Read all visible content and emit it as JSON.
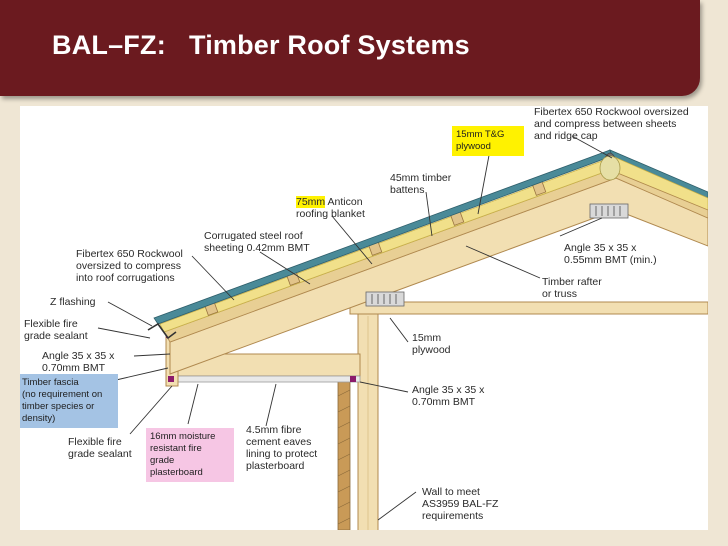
{
  "slide": {
    "title": "BAL–FZ:   Timber Roof Systems"
  },
  "labels": {
    "rockwool_ridge": "Fibertex 650 Rockwool oversized\nand compress between sheets\nand ridge cap",
    "plywood_tg": "15mm T&G\nplywood",
    "timber_battens": "45mm timber\nbattens",
    "anticon_num": "75mm",
    "anticon_text": " Anticon\nroofing blanket",
    "corrugated": "Corrugated steel roof\nsheeting 0.42mm BMT",
    "rockwool_corr": "Fibertex 650 Rockwool\noversized to compress\ninto roof corrugations",
    "angle_055": "Angle 35 x 35 x\n0.55mm BMT (min.)",
    "rafter": "Timber rafter\nor truss",
    "z_flashing": "Z flashing",
    "sealant_top": "Flexible fire\ngrade sealant",
    "angle_070_left": "Angle 35 x 35 x\n0.70mm BMT",
    "ply_15": "15mm\nplywood",
    "angle_070_right": "Angle 35 x 35 x\n0.70mm BMT",
    "fascia": "Timber fascia\n(no requirement on\ntimber species or\ndensity)",
    "sealant_bottom": "Flexible fire\ngrade sealant",
    "plasterboard": "16mm moisture\nresistant fire\ngrade\nplasterboard",
    "fibre_cement": "4.5mm fibre\ncement eaves\nlining to protect\nplasterboard",
    "wall": "Wall to meet\nAS3959 BAL-FZ\nrequirements"
  },
  "colors": {
    "title_bar": "#6b1a1f",
    "background": "#efe6d4",
    "timber": "#f2dfb2",
    "timber_edge": "#b0894f",
    "insulation": "#f1e08a",
    "roof_sheet": "#4a8a98",
    "highlight_yellow": "#fff200",
    "highlight_blue": "#a4c3e4",
    "highlight_pink": "#f6c6e4"
  }
}
